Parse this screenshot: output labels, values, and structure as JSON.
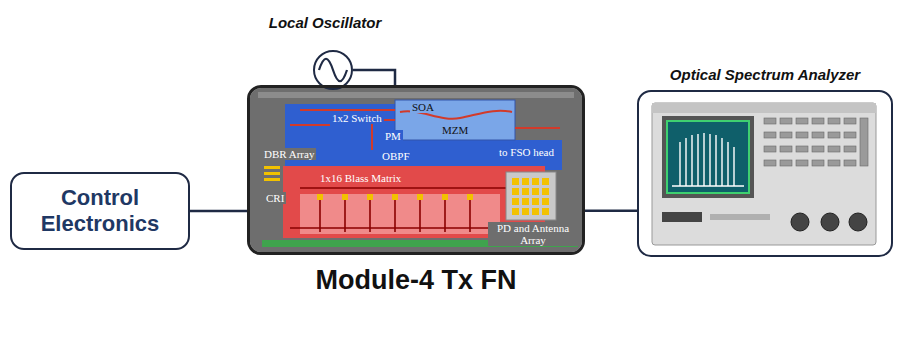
{
  "diagram": {
    "nodes": [
      {
        "text": [
          "Local Oscillator"
        ]
      },
      {
        "text": [
          "Control Electronics"
        ]
      },
      {
        "text": [
          "Module-4 Tx FN"
        ]
      },
      {
        "text": [
          "Optical Spectrum Analyzer"
        ]
      }
    ],
    "edges": [
      {
        "from": 0,
        "to": 2,
        "arrow": "none"
      },
      {
        "from": 1,
        "to": 2,
        "arrow": "none"
      },
      {
        "from": 2,
        "to": 3,
        "arrow": "none"
      }
    ],
    "labels": [
      "SOA",
      "1x2 Switch",
      "PM",
      "MZM",
      "to FSO head",
      "DBR Array",
      "OBPF",
      "CRI",
      "1x16 Blass Matrix",
      "PD and Antenna Array"
    ]
  }
}
